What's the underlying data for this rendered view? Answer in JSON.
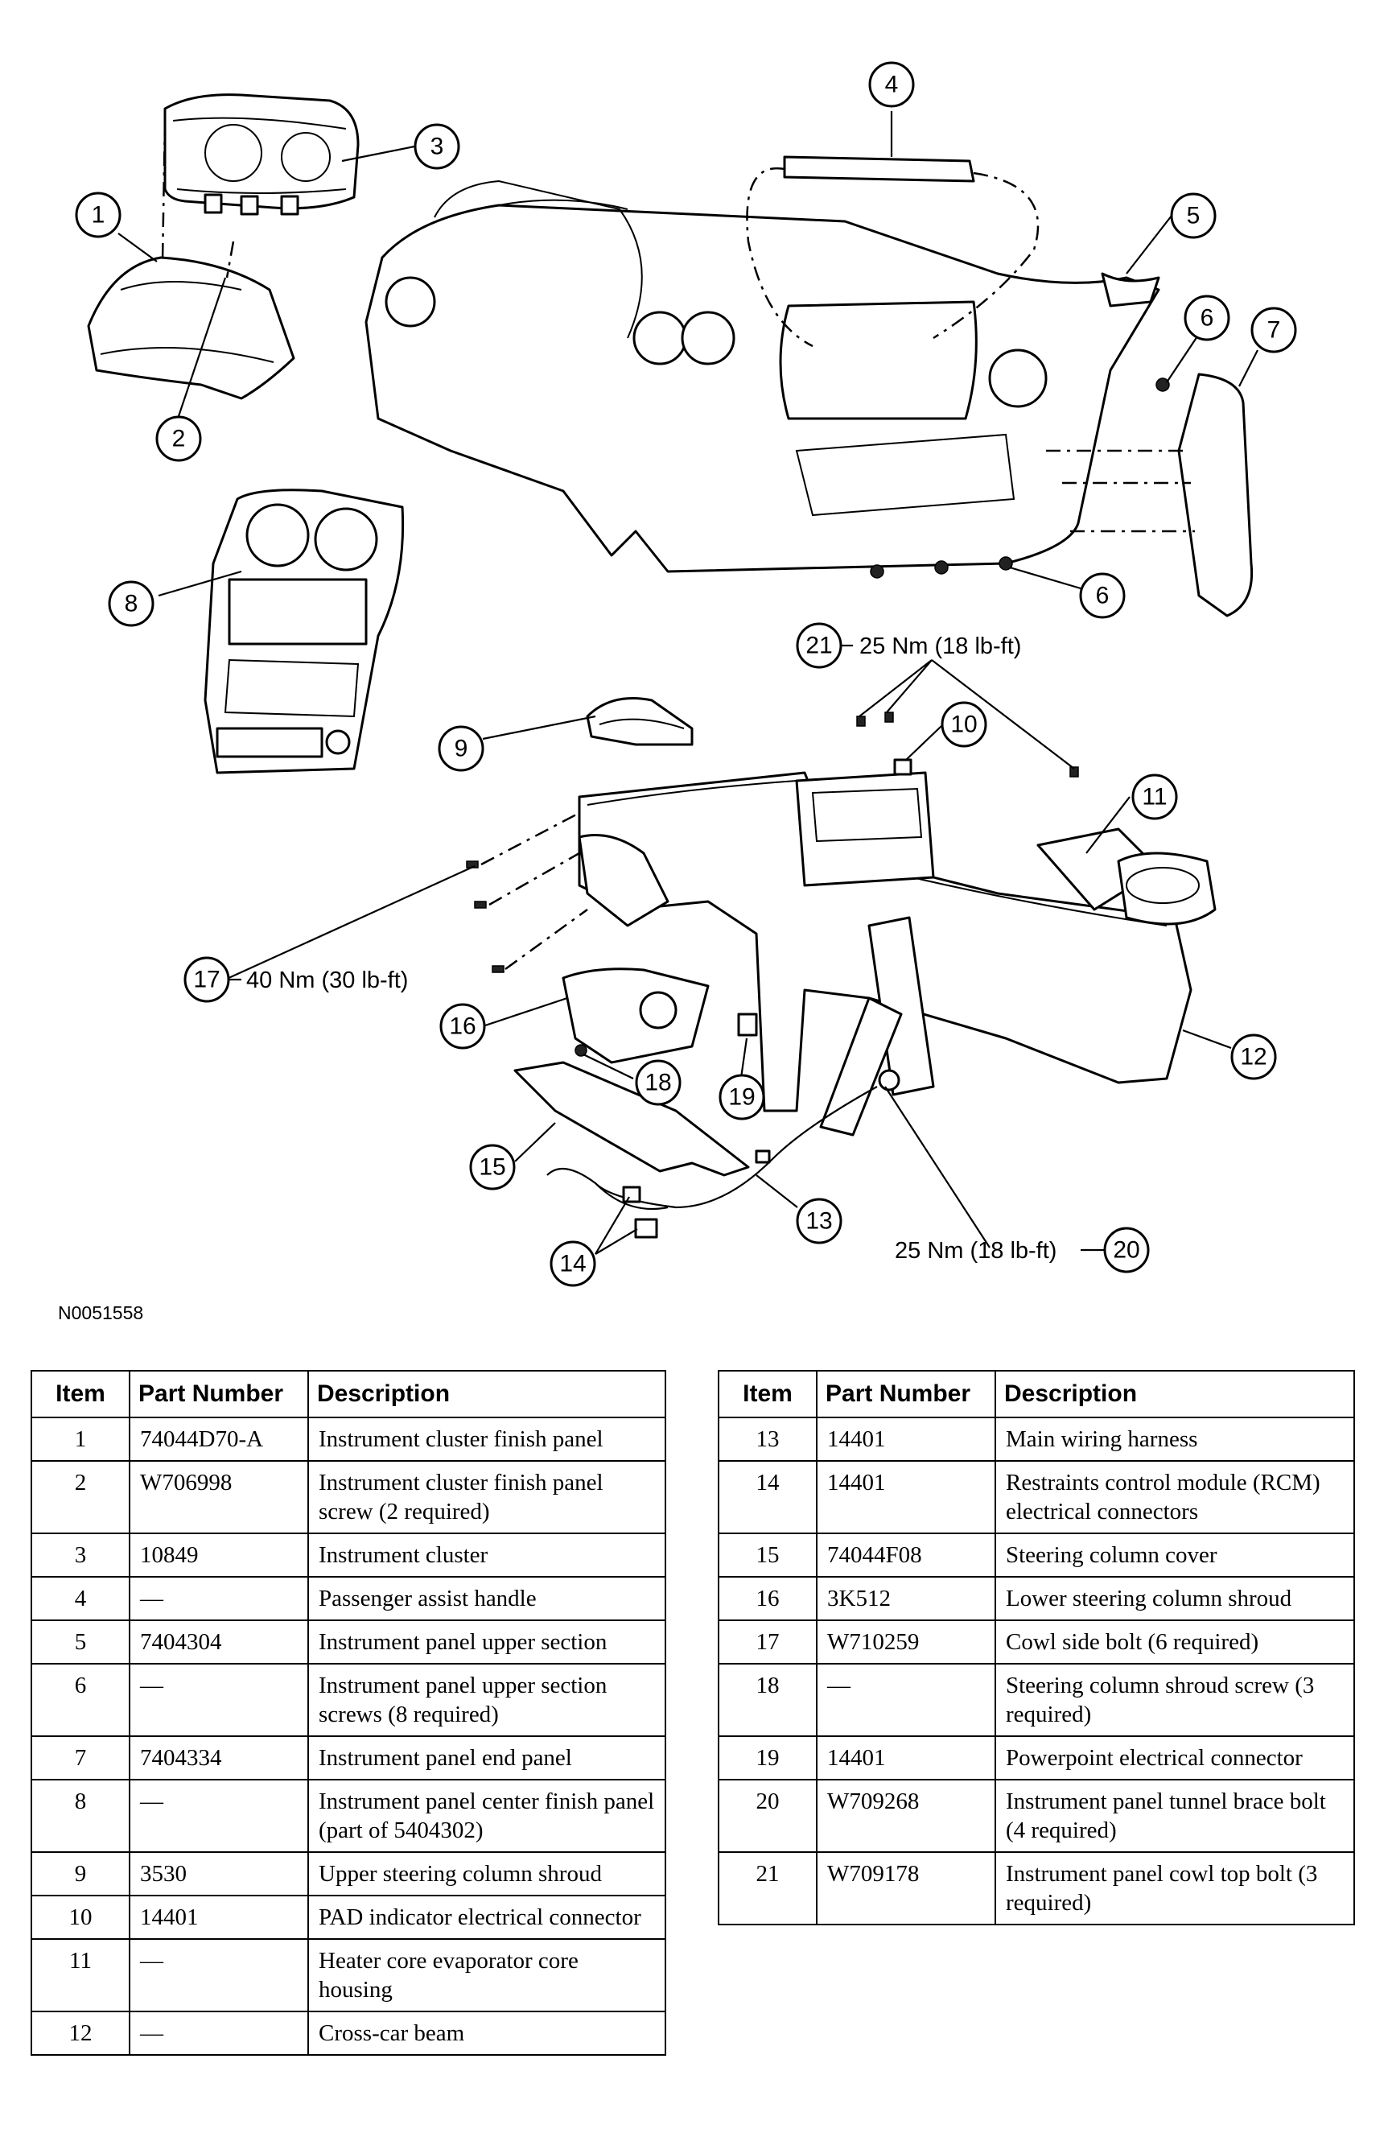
{
  "figure_id": "N0051558",
  "callouts": {
    "c1": "1",
    "c2": "2",
    "c3": "3",
    "c4": "4",
    "c5": "5",
    "c6a": "6",
    "c6b": "6",
    "c7": "7",
    "c8": "8",
    "c9": "9",
    "c10": "10",
    "c11": "11",
    "c12": "12",
    "c13": "13",
    "c14": "14",
    "c15": "15",
    "c16": "16",
    "c17": "17",
    "c18": "18",
    "c19": "19",
    "c20": "20",
    "c21": "21"
  },
  "torque_labels": {
    "t21": "25 Nm (18 lb-ft)",
    "t17": "40 Nm (30 lb-ft)",
    "t20": "25 Nm (18 lb-ft)"
  },
  "table_headers": {
    "item": "Item",
    "part_number": "Part Number",
    "description": "Description"
  },
  "parts_left": [
    {
      "item": "1",
      "part": "74044D70-A",
      "desc": "Instrument cluster finish panel"
    },
    {
      "item": "2",
      "part": "W706998",
      "desc": "Instrument cluster finish panel screw (2 required)"
    },
    {
      "item": "3",
      "part": "10849",
      "desc": "Instrument cluster"
    },
    {
      "item": "4",
      "part": "—",
      "desc": "Passenger assist handle"
    },
    {
      "item": "5",
      "part": "7404304",
      "desc": "Instrument panel upper section"
    },
    {
      "item": "6",
      "part": "—",
      "desc": "Instrument panel upper section screws (8 required)"
    },
    {
      "item": "7",
      "part": "7404334",
      "desc": "Instrument panel end panel"
    },
    {
      "item": "8",
      "part": "—",
      "desc": "Instrument panel center finish panel (part of 5404302)"
    },
    {
      "item": "9",
      "part": "3530",
      "desc": "Upper steering column shroud"
    },
    {
      "item": "10",
      "part": "14401",
      "desc": "PAD indicator electrical connector"
    },
    {
      "item": "11",
      "part": "—",
      "desc": "Heater core evaporator core housing"
    },
    {
      "item": "12",
      "part": "—",
      "desc": "Cross-car beam"
    }
  ],
  "parts_right": [
    {
      "item": "13",
      "part": "14401",
      "desc": "Main wiring harness"
    },
    {
      "item": "14",
      "part": "14401",
      "desc": "Restraints control module (RCM) electrical connectors"
    },
    {
      "item": "15",
      "part": "74044F08",
      "desc": "Steering column cover"
    },
    {
      "item": "16",
      "part": "3K512",
      "desc": "Lower steering column shroud"
    },
    {
      "item": "17",
      "part": "W710259",
      "desc": "Cowl side bolt (6 required)"
    },
    {
      "item": "18",
      "part": "—",
      "desc": "Steering column shroud screw (3 required)"
    },
    {
      "item": "19",
      "part": "14401",
      "desc": "Powerpoint electrical connector"
    },
    {
      "item": "20",
      "part": "W709268",
      "desc": "Instrument panel tunnel brace bolt (4 required)"
    },
    {
      "item": "21",
      "part": "W709178",
      "desc": "Instrument panel cowl top bolt (3 required)"
    }
  ]
}
